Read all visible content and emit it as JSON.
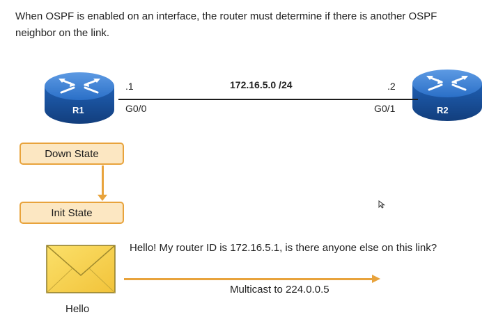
{
  "intro_text": "When OSPF is enabled on an interface, the router must determine if there is another OSPF neighbor on the link.",
  "network_label": "172.16.5.0 /24",
  "r1": {
    "name": "R1",
    "host": ".1",
    "interface": "G0/0"
  },
  "r2": {
    "name": "R2",
    "host": ".2",
    "interface": "G0/1"
  },
  "states": [
    "Down State",
    "Init State"
  ],
  "hello_message": "Hello! My router ID is 172.16.5.1, is there anyone else on this link?",
  "multicast_label": "Multicast to 224.0.0.5",
  "envelope_label": "Hello",
  "colors": {
    "router_blue": "#1f63b5",
    "state_fill": "#fce7c2",
    "state_border": "#e8a33c",
    "envelope_yellow": "#f7d54a"
  }
}
